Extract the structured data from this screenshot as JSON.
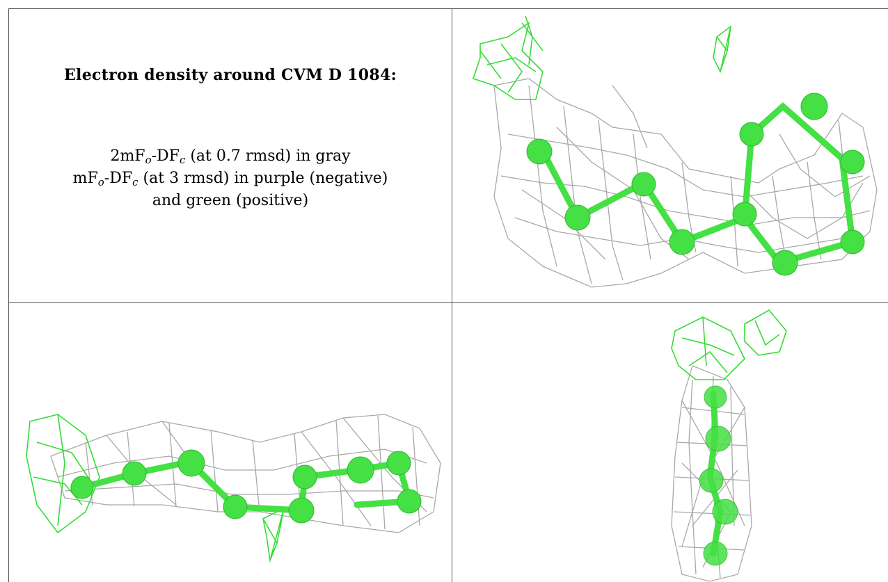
{
  "figure": {
    "title": "Electron density around CVM D 1084:",
    "map1": {
      "prefix": "2mF",
      "sub1": "o",
      "mid": "-DF",
      "sub2": "c",
      "suffix": " (at 0.7 rmsd) in gray"
    },
    "map2": {
      "prefix": "mF",
      "sub1": "o",
      "mid": "-DF",
      "sub2": "c",
      "suffix": " (at 3 rmsd) in purple (negative)"
    },
    "line3": "and green (positive)"
  },
  "colors": {
    "density_2fofc": "#a8a8a8",
    "density_positive": "#33dd33",
    "model_atoms": "#44e044",
    "table_border": "#555555"
  }
}
